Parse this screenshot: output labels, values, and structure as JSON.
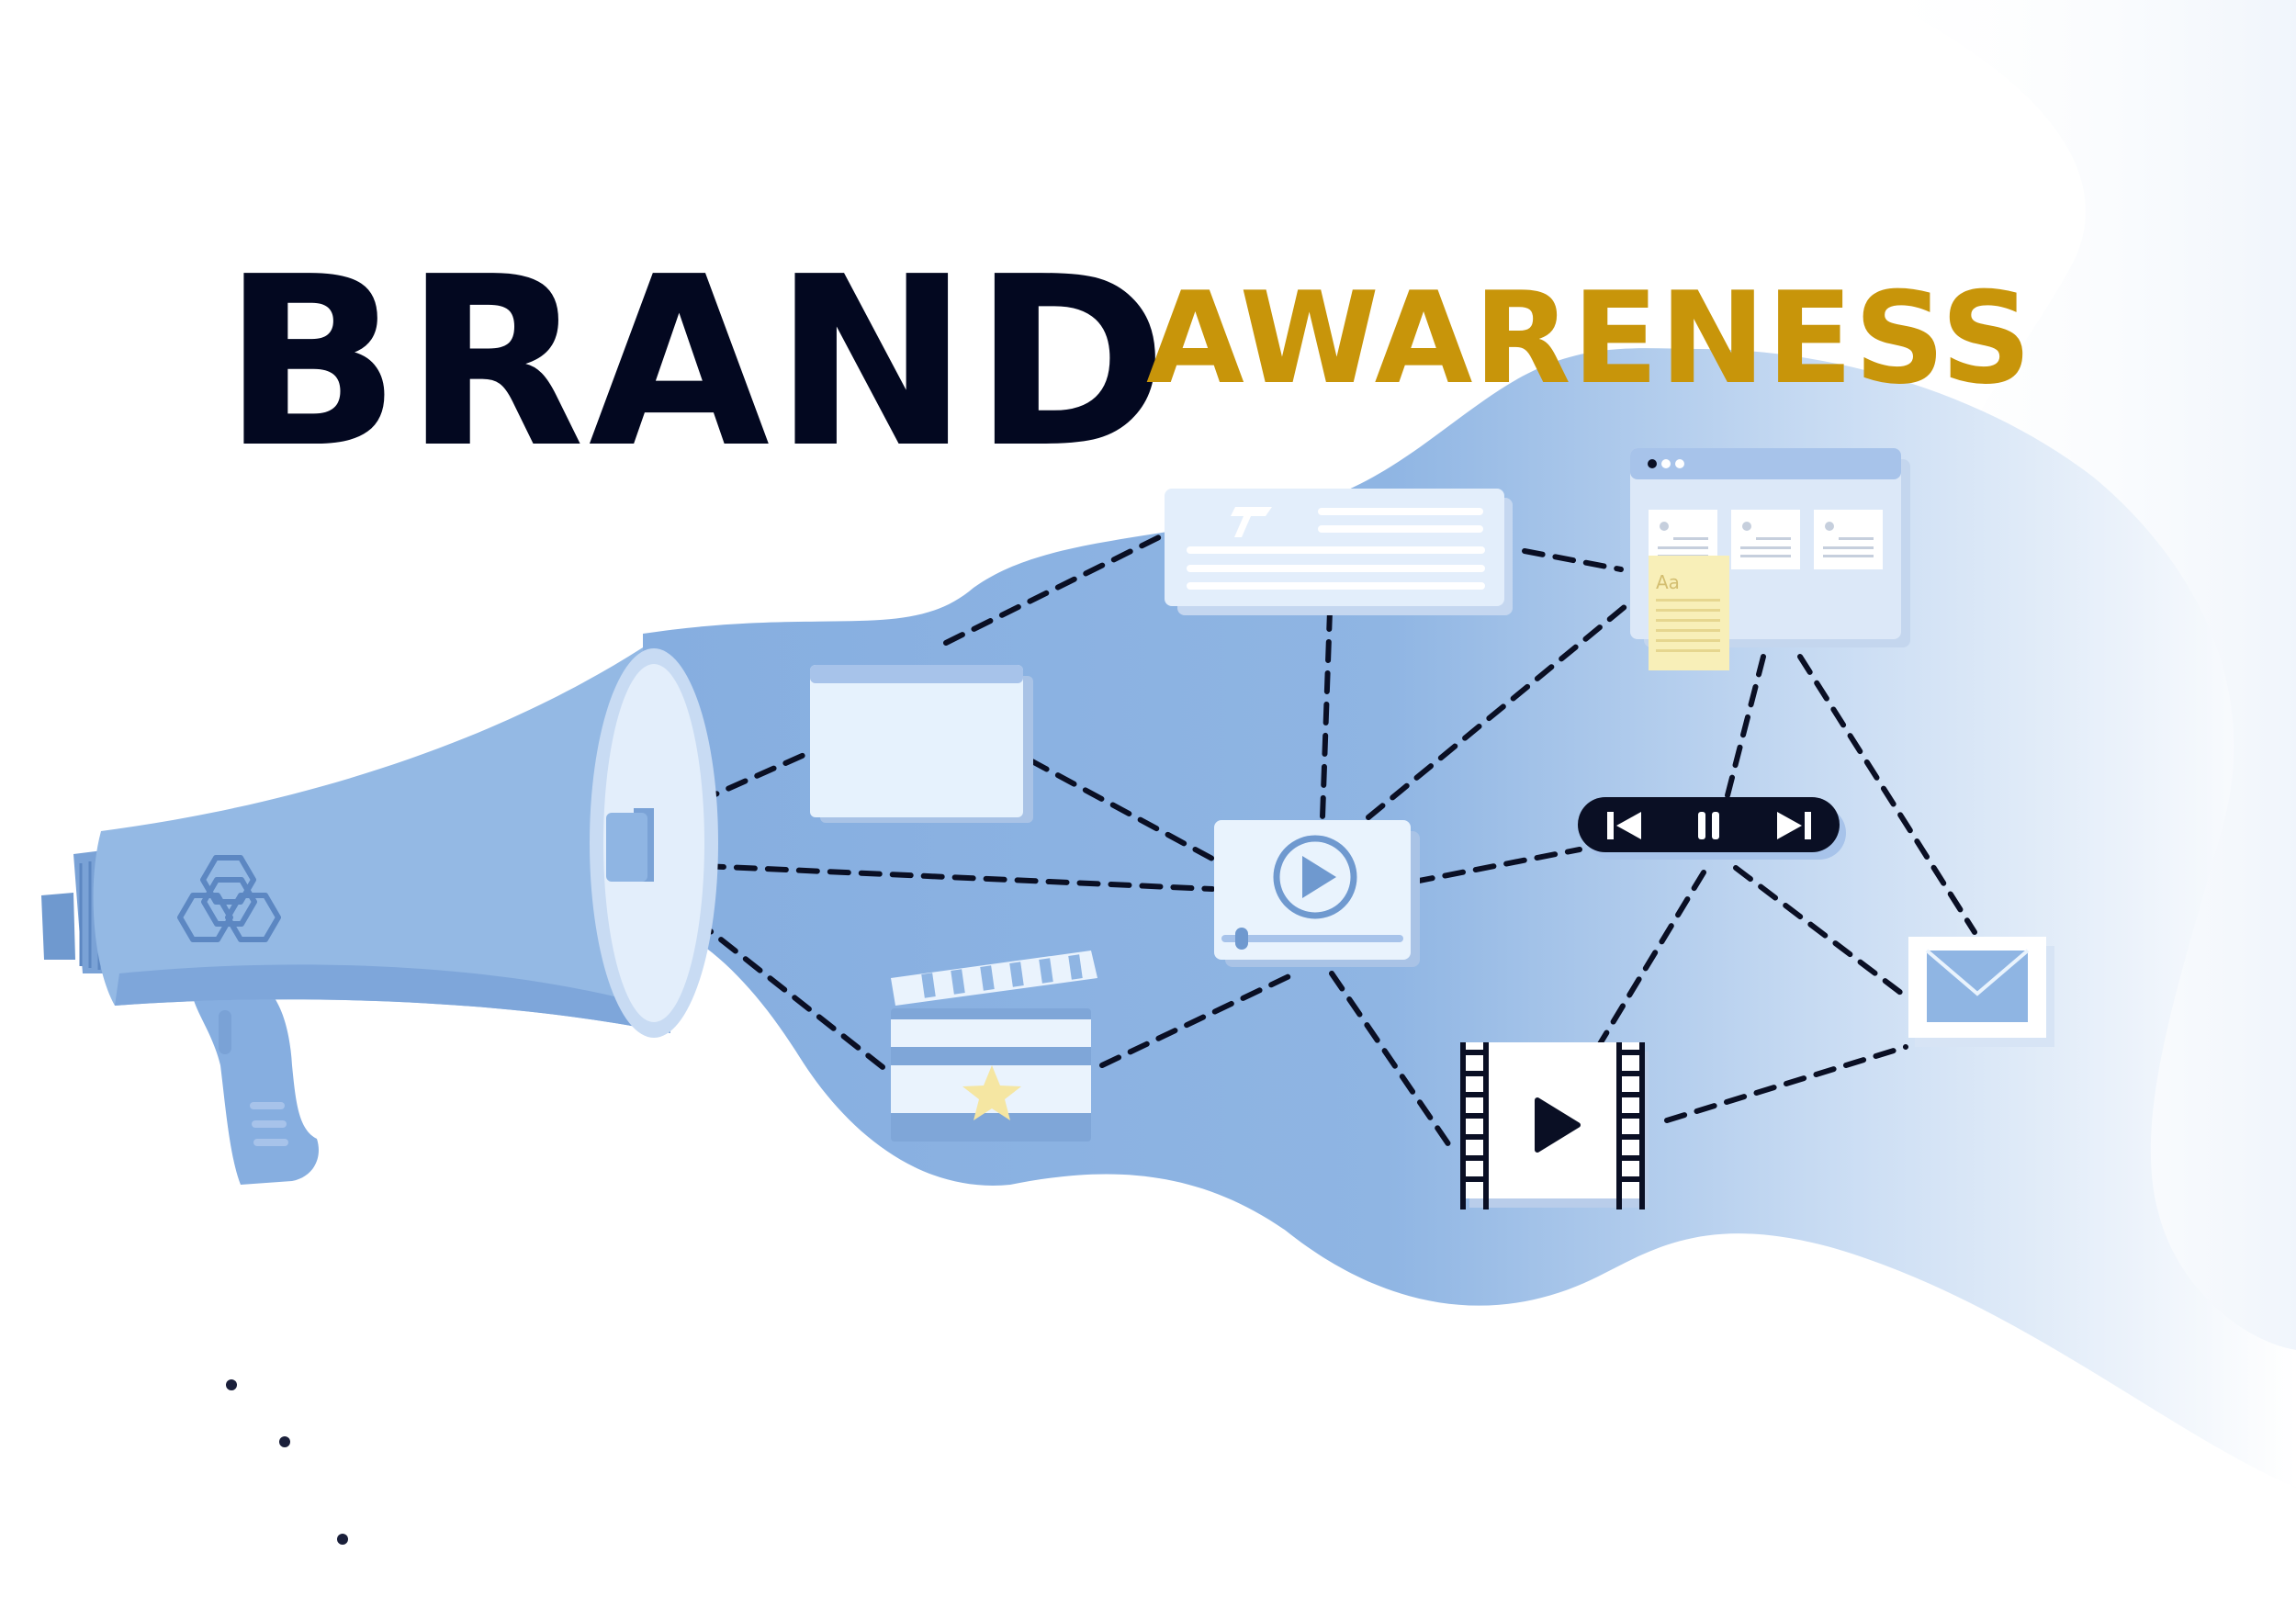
{
  "headline": {
    "word_1": "BRAND",
    "word_2": "AWARENESS"
  },
  "colors": {
    "headline_dark": "#030820",
    "headline_gold": "#C8950A",
    "megaphone_blue": "#93B8E2",
    "megaphone_shadow": "#6F99CF",
    "wave_blue": "#8EB4E3",
    "card_light": "#E5F1FC",
    "card_header": "#A7C3EA",
    "dash_line": "#0A0F24",
    "media_bar": "#0A0F24",
    "star_yellow": "#F5E6A2",
    "note_yellow": "#F8EFB8"
  },
  "icons": {
    "megaphone": "megaphone-icon",
    "hexagon_logo": "hexagon-logo-icon",
    "play": "play-icon",
    "pause": "pause-icon",
    "skip_back": "skip-back-icon",
    "skip_forward": "skip-forward-icon",
    "mail": "mail-icon",
    "clapperboard": "clapperboard-icon",
    "star": "star-icon",
    "film_strip": "film-strip-icon",
    "browser_window": "browser-window-icon",
    "article": "article-icon",
    "blank_window": "blank-window-icon",
    "video_player": "video-player-icon",
    "sticky_note": "sticky-note-icon"
  },
  "sticky_note_text": "Aa"
}
